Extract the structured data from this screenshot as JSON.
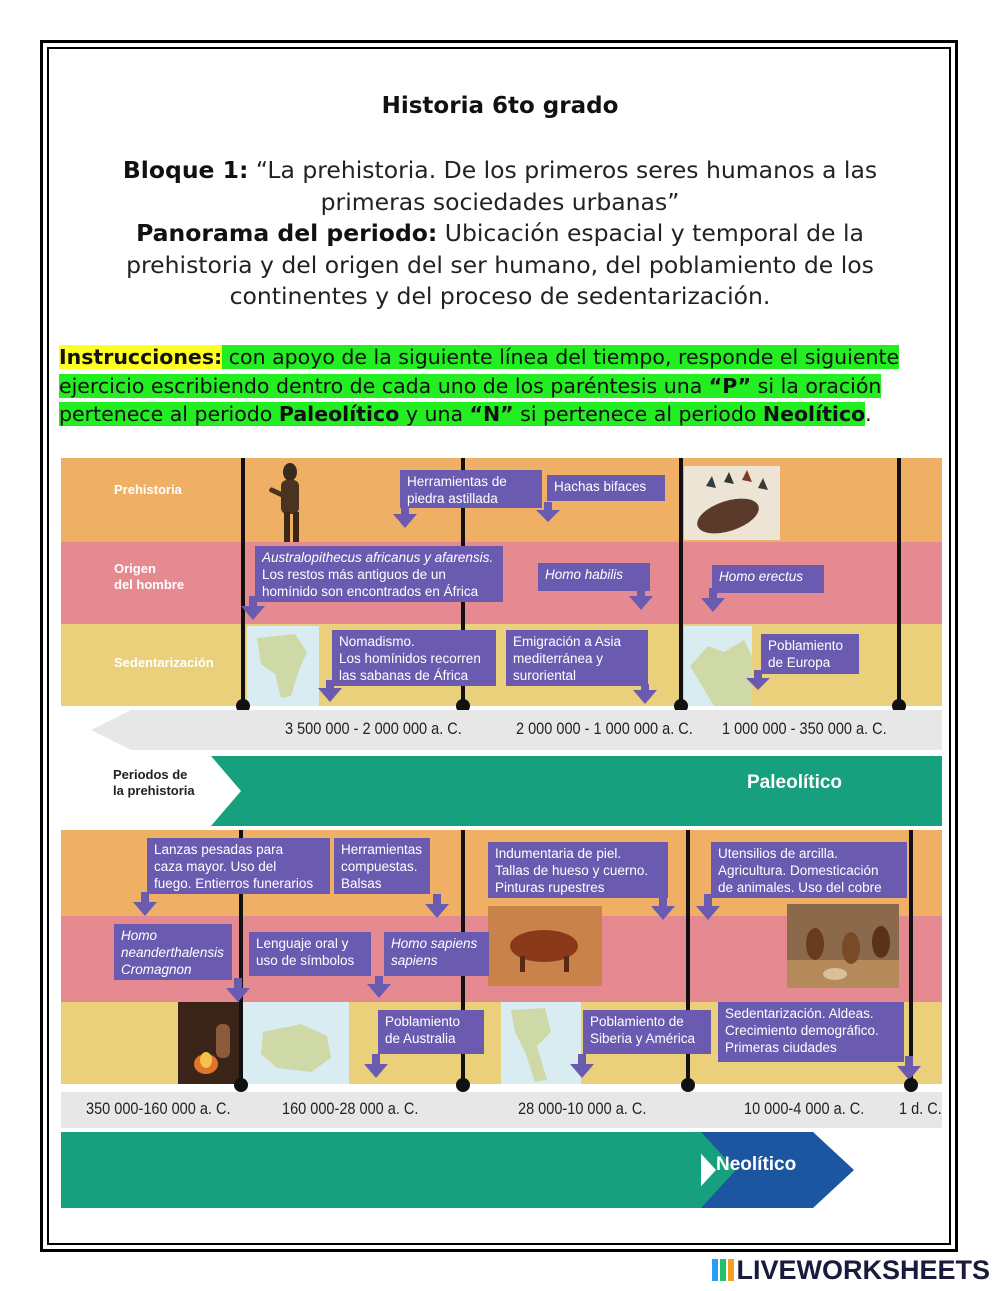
{
  "header": {
    "title": "Historia 6to grado",
    "bloque_label": "Bloque 1:",
    "bloque_text": " “La prehistoria. De los primeros seres humanos a las primeras sociedades urbanas”",
    "panorama_label": "Panorama del periodo:",
    "panorama_text": " Ubicación espacial y temporal de la prehistoria y del origen del ser humano, del poblamiento de los continentes y del proceso de sedentarización."
  },
  "instructions": {
    "label": "Instrucciones:",
    "text_1": " con apoyo de la siguiente línea del tiempo, responde el siguiente ejercicio escribiendo dentro de cada uno de los paréntesis una ",
    "p_mark": "“P”",
    "text_2": " si la oración pertenece al periodo ",
    "paleo": "Paleolítico",
    "text_3": " y una ",
    "n_mark": "“N”",
    "text_4": " si pertenece al periodo ",
    "neo": "Neolítico",
    "text_5": "."
  },
  "timeline": {
    "row_labels": {
      "prehistoria": "Prehistoria",
      "origen_1": "Origen",
      "origen_2": "del hombre",
      "sedent": "Sedentarización"
    },
    "periods_label_1": "Periodos de",
    "periods_label_2": "la prehistoria",
    "paleolitico": "Paleolítico",
    "neolitico": "Neolítico",
    "colors": {
      "orange": "#efb065",
      "pink": "#e68a92",
      "yellow": "#ead07a",
      "purple": "#6b5bb0",
      "teal": "#16a07d",
      "navy": "#1c55a0"
    },
    "top": {
      "box_herramientas_1": "Herramientas de",
      "box_herramientas_2": "piedra astillada",
      "box_hachas": "Hachas bifaces",
      "box_austra_1": "Australopithecus africanus y afarensis.",
      "box_austra_2": "Los restos más antiguos de un",
      "box_austra_3": "homínido son encontrados en África",
      "box_habilis": "Homo habilis",
      "box_erectus": "Homo erectus",
      "box_nomad_1": "Nomadismo.",
      "box_nomad_2": "Los homínidos recorren",
      "box_nomad_3": "las sabanas de África",
      "box_emig_1": "Emigración a Asia",
      "box_emig_2": "mediterránea y",
      "box_emig_3": "suroriental",
      "box_europa_1": "Poblamiento",
      "box_europa_2": "de Europa",
      "dates": [
        "3 500 000 - 2 000 000 a. C.",
        "2 000 000 - 1 000 000 a. C.",
        "1 000 000 - 350 000 a. C."
      ]
    },
    "bottom": {
      "box_lanzas_1": "Lanzas pesadas para",
      "box_lanzas_2": "caza mayor. Uso del",
      "box_lanzas_3": "fuego. Entierros funerarios",
      "box_herr_1": "Herramientas",
      "box_herr_2": "compuestas.",
      "box_herr_3": "Balsas",
      "box_indu_1": "Indumentaria de piel.",
      "box_indu_2": "Tallas de hueso y cuerno.",
      "box_indu_3": "Pinturas rupestres",
      "box_uten_1": "Utensilios de arcilla.",
      "box_uten_2": "Agricultura. Domesticación",
      "box_uten_3": "de animales. Uso del cobre",
      "box_homo_1": "Homo",
      "box_homo_2": "neanderthalensis",
      "box_homo_3": "Cromagnon",
      "box_leng_1": "Lenguaje oral y",
      "box_leng_2": "uso de símbolos",
      "box_sap_1": "Homo sapiens",
      "box_sap_2": "sapiens",
      "box_aus_1": "Poblamiento",
      "box_aus_2": "de Australia",
      "box_sib_1": "Poblamiento de",
      "box_sib_2": "Siberia y América",
      "box_sed_1": "Sedentarización. Aldeas.",
      "box_sed_2": "Crecimiento demográfico.",
      "box_sed_3": "Primeras ciudades",
      "dates": [
        "350 000-160 000 a. C.",
        "160 000-28 000 a. C.",
        "28 000-10 000 a. C.",
        "10 000-4 000 a. C.",
        "1 d. C."
      ]
    }
  },
  "brand": {
    "name": "LIVEWORKSHEETS"
  }
}
